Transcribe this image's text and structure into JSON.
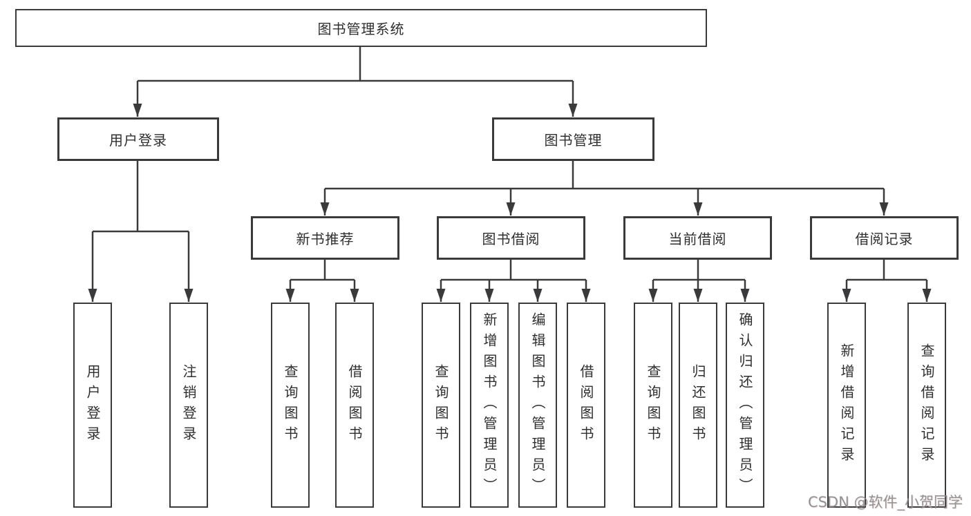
{
  "tree": {
    "root": {
      "label": "图书管理系统",
      "children": [
        {
          "label": "用户登录",
          "children": [
            {
              "label": "用户登录"
            },
            {
              "label": "注销登录"
            }
          ]
        },
        {
          "label": "图书管理",
          "children": [
            {
              "label": "新书推荐",
              "children": [
                {
                  "label": "查询图书"
                },
                {
                  "label": "借阅图书"
                }
              ]
            },
            {
              "label": "图书借阅",
              "children": [
                {
                  "label": "查询图书"
                },
                {
                  "label": "新增图书（管理员）"
                },
                {
                  "label": "编辑图书（管理员）"
                },
                {
                  "label": "借阅图书"
                }
              ]
            },
            {
              "label": "当前借阅",
              "children": [
                {
                  "label": "查询图书"
                },
                {
                  "label": "归还图书"
                },
                {
                  "label": "确认归还（管理员）"
                }
              ]
            },
            {
              "label": "借阅记录",
              "children": [
                {
                  "label": "新增借阅记录"
                },
                {
                  "label": "查询借阅记录"
                }
              ]
            }
          ]
        }
      ]
    }
  },
  "watermark": {
    "text": "CSDN @软件_小贺同学"
  },
  "colors": {
    "line": "#3a3a3c",
    "text": "#2f2f31",
    "background": "#ffffff",
    "watermark": "#8a8a8c"
  }
}
